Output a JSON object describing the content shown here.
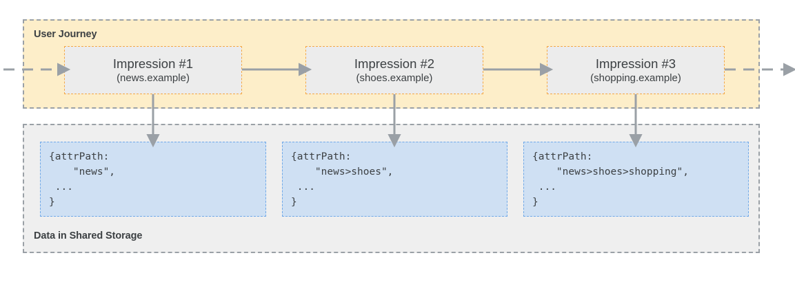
{
  "diagram": {
    "title_journey": "User Journey",
    "title_storage": "Data in Shared Storage",
    "colors": {
      "journey_fill": "#fdeec9",
      "storage_fill": "#efefef",
      "impression_fill": "#ececec",
      "impression_border": "#f5a742",
      "databox_fill": "#cfe0f3",
      "databox_border": "#6ea8e8",
      "arrow": "#9aa0a6",
      "container_border": "#9aa0a6",
      "text": "#3c4043"
    }
  },
  "impressions": [
    {
      "title": "Impression #1",
      "subtitle": "(news.example)"
    },
    {
      "title": "Impression #2",
      "subtitle": "(shoes.example)"
    },
    {
      "title": "Impression #3",
      "subtitle": "(shopping.example)"
    }
  ],
  "data_boxes": [
    {
      "code": "{attrPath:\n    \"news\",\n ...\n}"
    },
    {
      "code": "{attrPath:\n    \"news>shoes\",\n ...\n}"
    },
    {
      "code": "{attrPath:\n    \"news>shoes>shopping\",\n ...\n}"
    }
  ],
  "connectors": [
    {
      "name": "inbound-dashed-arrow",
      "style": "dashed",
      "direction": "right"
    },
    {
      "name": "impression-1-to-2-arrow",
      "style": "solid",
      "direction": "right"
    },
    {
      "name": "impression-2-to-3-arrow",
      "style": "solid",
      "direction": "right"
    },
    {
      "name": "outbound-dashed-arrow",
      "style": "dashed",
      "direction": "right"
    },
    {
      "name": "impression-1-to-databox-1-arrow",
      "style": "solid",
      "direction": "down"
    },
    {
      "name": "impression-2-to-databox-2-arrow",
      "style": "solid",
      "direction": "down"
    },
    {
      "name": "impression-3-to-databox-3-arrow",
      "style": "solid",
      "direction": "down"
    }
  ]
}
